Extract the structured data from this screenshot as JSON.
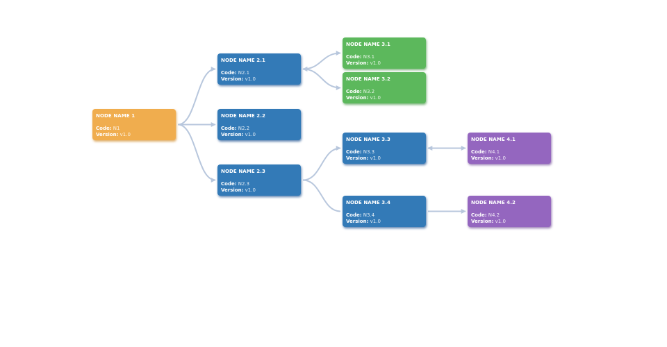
{
  "labels": {
    "code": "Code:",
    "version": "Version:"
  },
  "colors": {
    "orange": "#f0ad4e",
    "blue": "#337ab7",
    "green": "#5cb85c",
    "purple": "#9466bf",
    "edge": "#b8c7dd"
  },
  "nodes": [
    {
      "id": "n1",
      "title": "NODE NAME 1",
      "code": "N1",
      "version": "v1.0",
      "color": "orange"
    },
    {
      "id": "n21",
      "title": "NODE NAME 2.1",
      "code": "N2.1",
      "version": "v1.0",
      "color": "blue"
    },
    {
      "id": "n22",
      "title": "NODE NAME 2.2",
      "code": "N2.2",
      "version": "v1.0",
      "color": "blue"
    },
    {
      "id": "n23",
      "title": "NODE NAME 2.3",
      "code": "N2.3",
      "version": "v1.0",
      "color": "blue"
    },
    {
      "id": "n31",
      "title": "NODE NAME 3.1",
      "code": "N3.1",
      "version": "v1.0",
      "color": "green"
    },
    {
      "id": "n32",
      "title": "NODE NAME 3.2",
      "code": "N3.2",
      "version": "v1.0",
      "color": "green"
    },
    {
      "id": "n33",
      "title": "NODE NAME 3.3",
      "code": "N3.3",
      "version": "v1.0",
      "color": "blue"
    },
    {
      "id": "n34",
      "title": "NODE NAME 3.4",
      "code": "N3.4",
      "version": "v1.0",
      "color": "blue"
    },
    {
      "id": "n41",
      "title": "NODE NAME 4.1",
      "code": "N4.1",
      "version": "v1.0",
      "color": "purple"
    },
    {
      "id": "n42",
      "title": "NODE NAME 4.2",
      "code": "N4.2",
      "version": "v1.0",
      "color": "purple"
    }
  ],
  "edges": [
    {
      "from": "n1",
      "to": "n21",
      "arrow_start": false,
      "arrow_end": true
    },
    {
      "from": "n1",
      "to": "n22",
      "arrow_start": false,
      "arrow_end": true
    },
    {
      "from": "n1",
      "to": "n23",
      "arrow_start": false,
      "arrow_end": true
    },
    {
      "from": "n21",
      "to": "n31",
      "arrow_start": true,
      "arrow_end": true
    },
    {
      "from": "n21",
      "to": "n32",
      "arrow_start": true,
      "arrow_end": true
    },
    {
      "from": "n23",
      "to": "n33",
      "arrow_start": false,
      "arrow_end": true
    },
    {
      "from": "n23",
      "to": "n34",
      "arrow_start": false,
      "arrow_end": false
    },
    {
      "from": "n33",
      "to": "n41",
      "arrow_start": true,
      "arrow_end": true
    },
    {
      "from": "n34",
      "to": "n42",
      "arrow_start": false,
      "arrow_end": true
    }
  ]
}
